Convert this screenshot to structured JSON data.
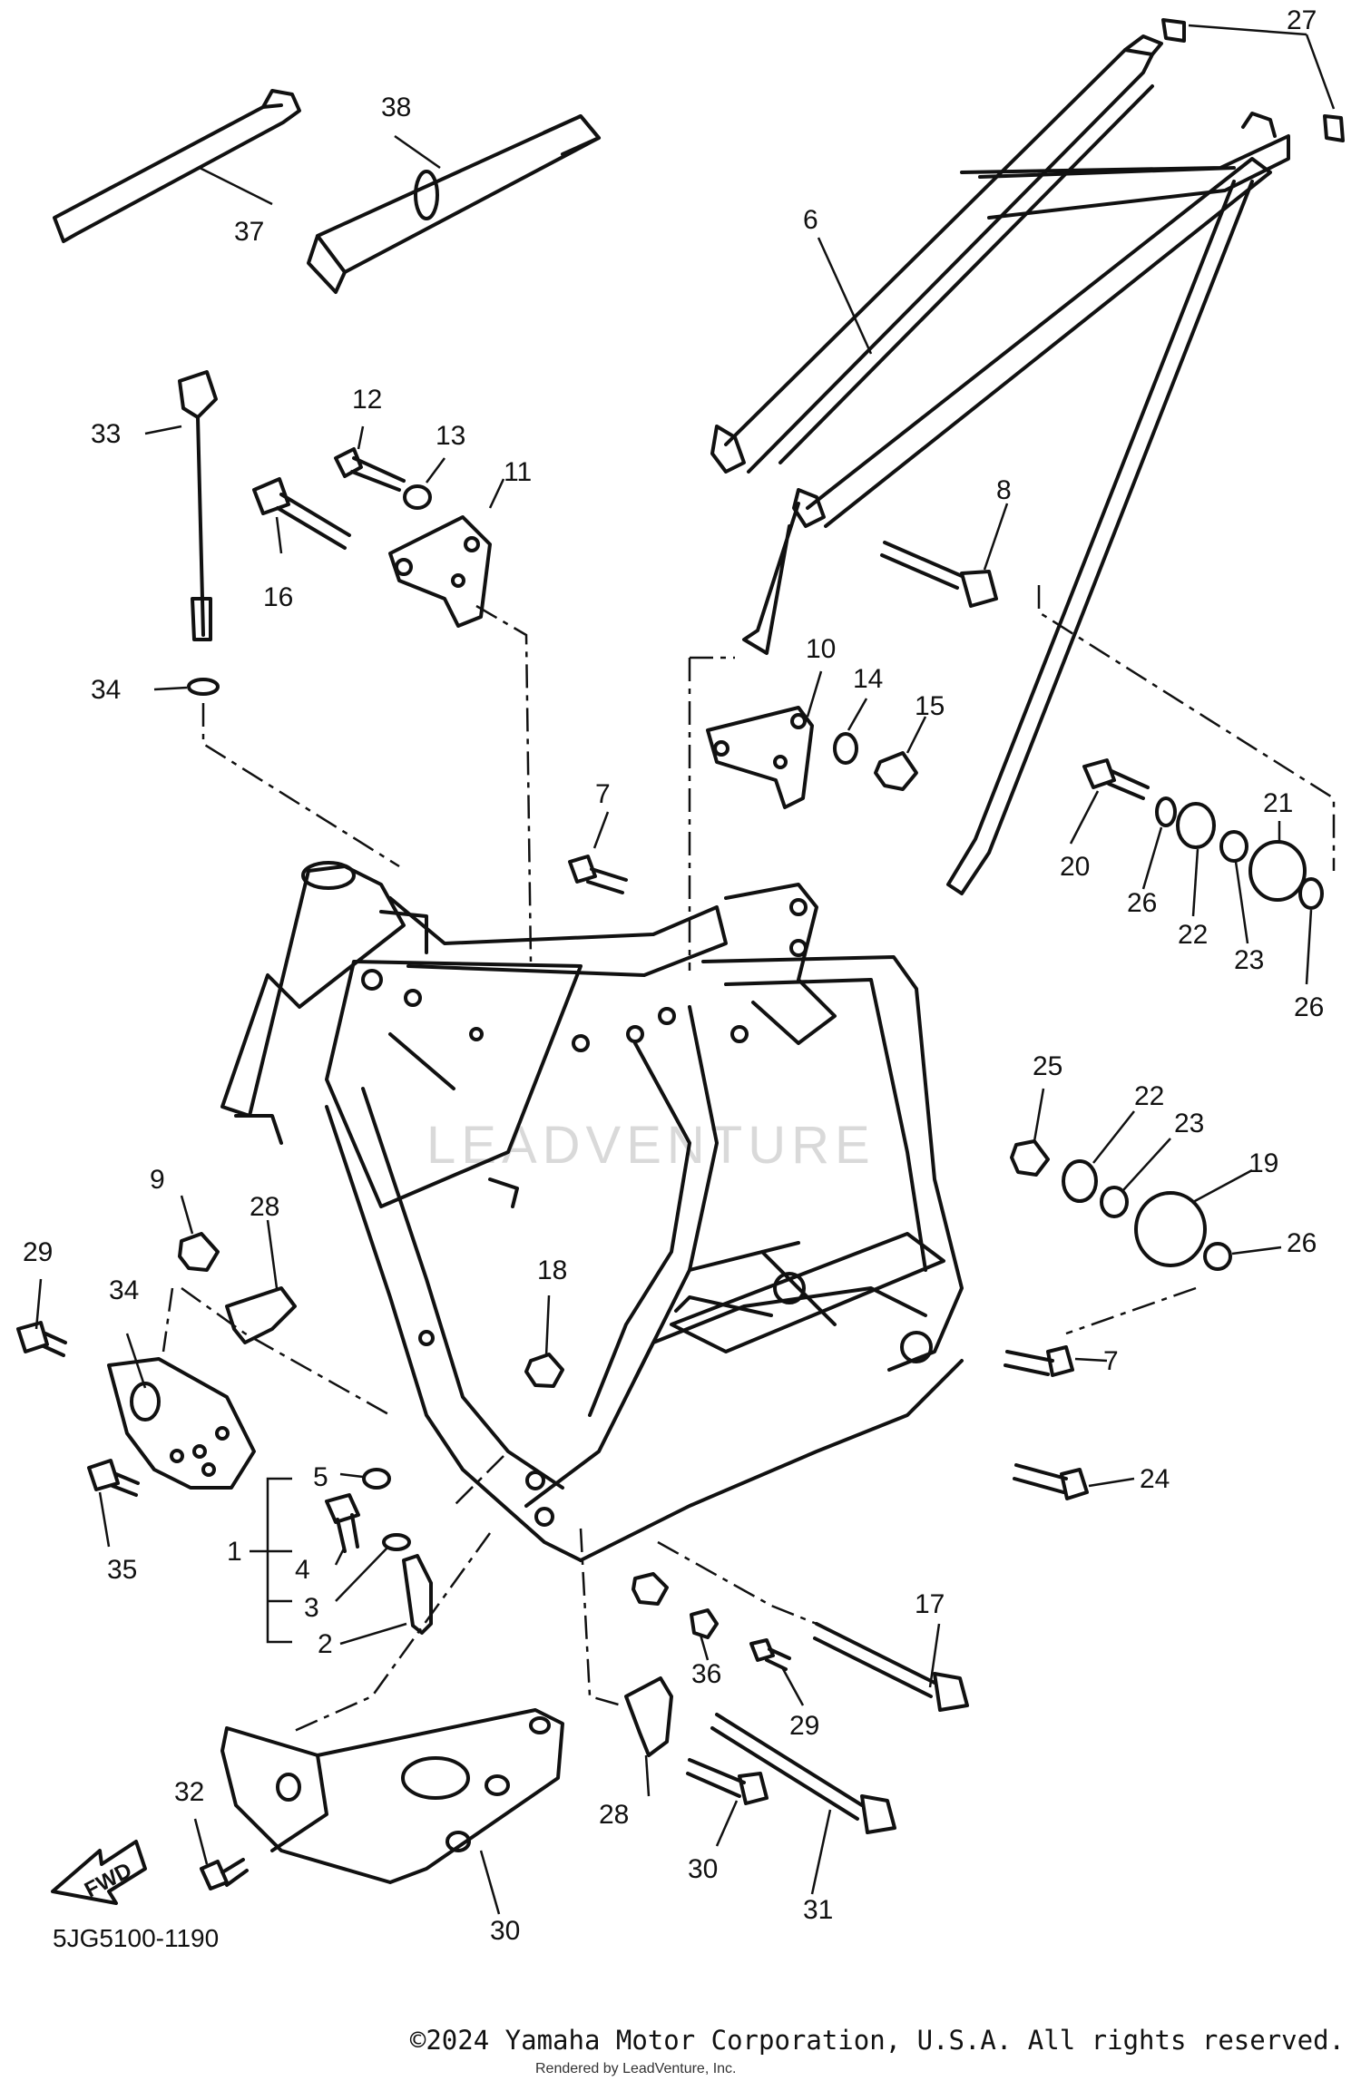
{
  "diagram": {
    "code": "5JG5100-1190",
    "fwd_label": "FWD",
    "watermark": "LEADVENTURE",
    "callouts": [
      "1",
      "2",
      "3",
      "4",
      "5",
      "6",
      "7",
      "7",
      "8",
      "9",
      "10",
      "11",
      "12",
      "13",
      "14",
      "14",
      "15",
      "16",
      "17",
      "18",
      "19",
      "20",
      "21",
      "22",
      "22",
      "23",
      "23",
      "24",
      "25",
      "26",
      "26",
      "26",
      "27",
      "28",
      "28",
      "29",
      "29",
      "30",
      "31",
      "32",
      "33",
      "34",
      "34",
      "35",
      "36",
      "37",
      "38"
    ]
  },
  "footer": {
    "copyright": "©2024 Yamaha Motor Corporation, U.S.A. All rights reserved.",
    "rendered_by": "Rendered by LeadVenture, Inc."
  }
}
